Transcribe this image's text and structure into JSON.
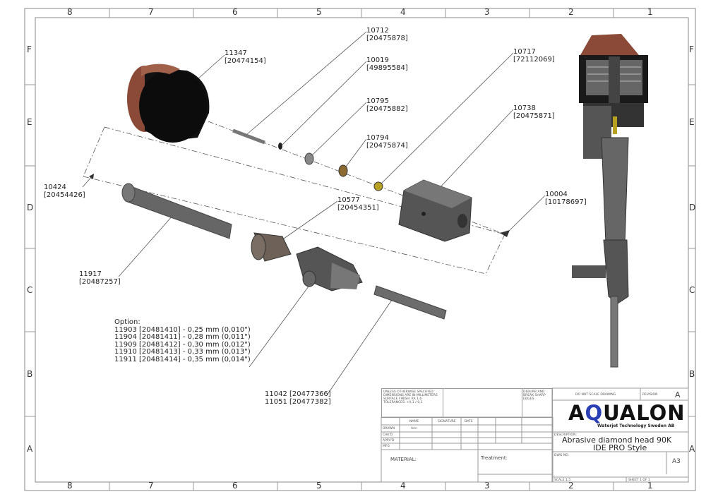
{
  "zones": {
    "columns": [
      "8",
      "7",
      "6",
      "5",
      "4",
      "3",
      "2",
      "1"
    ],
    "rows": [
      "F",
      "E",
      "D",
      "C",
      "B",
      "A"
    ]
  },
  "callouts": {
    "c11347": {
      "num": "11347",
      "ref": "[20474154]"
    },
    "c10712": {
      "num": "10712",
      "ref": "[20475878]"
    },
    "c10019": {
      "num": "10019",
      "ref": "[49895584]"
    },
    "c10795": {
      "num": "10795",
      "ref": "[20475882]"
    },
    "c10794": {
      "num": "10794",
      "ref": "[20475874]"
    },
    "c10717": {
      "num": "10717",
      "ref": "[72112069]"
    },
    "c10738": {
      "num": "10738",
      "ref": "[20475871]"
    },
    "c10424": {
      "num": "10424",
      "ref": "[20454426]"
    },
    "c10577": {
      "num": "10577",
      "ref": "[20454351]"
    },
    "c10004": {
      "num": "10004",
      "ref": "[10178697]"
    },
    "c11917": {
      "num": "11917",
      "ref": "[20487257]"
    },
    "c11042": {
      "line1": "11042 [20477366]",
      "line2": "11051 [20477382]"
    }
  },
  "options": {
    "title": "Option:",
    "items": [
      "11903 [20481410] - 0,25 mm (0,010\")",
      "11904 [20481411] - 0,28 mm (0,011\")",
      "11909 [20481412] - 0,30 mm (0,012\")",
      "11910 [20481413] - 0,33 mm (0,013\")",
      "11911 [20481414] - 0,35 mm (0,014\")"
    ]
  },
  "title_block": {
    "notes": [
      "UNLESS OTHERWISE SPECIFIED:",
      "DIMENSIONS ARE IN MILLIMETERS",
      "SURFACE FINISH: RA 1,6",
      "TOLERANCES: +0,1 /-0,1"
    ],
    "deburr": [
      "DEBURR AND",
      "BREAK SHARP",
      "EDGES"
    ],
    "col_name": "NAME",
    "col_signature": "SIGNATURE",
    "col_date": "DATE",
    "row_drawn": "DRAWN",
    "drawn_name": "Arin",
    "row_chkd": "CHK'D",
    "row_appvd": "APPV'D",
    "row_mfg": "MFG",
    "material": "MATERIAL:",
    "treatment": "Treatment:",
    "do_not_scale": "DO NOT SCALE DRAWING",
    "revision_label": "REVISION",
    "revision": "A",
    "logo_text": "AQUALON",
    "logo_sub": "Waterjet Technology Sweden AB",
    "description_label": "DESCRIPTION:",
    "description_line1": "Abrasive diamond head 90K",
    "description_line2": "IDE PRO Style",
    "dwg_no_label": "DWG NO.",
    "size": "A3",
    "scale": "SCALE:1:5",
    "sheet": "SHEET 1 OF 1"
  },
  "colors": {
    "logo_accent": "#2b3fb5",
    "part_brown": "#8a4a37",
    "part_dark": "#111111",
    "part_grey": "#5c5c5c"
  }
}
